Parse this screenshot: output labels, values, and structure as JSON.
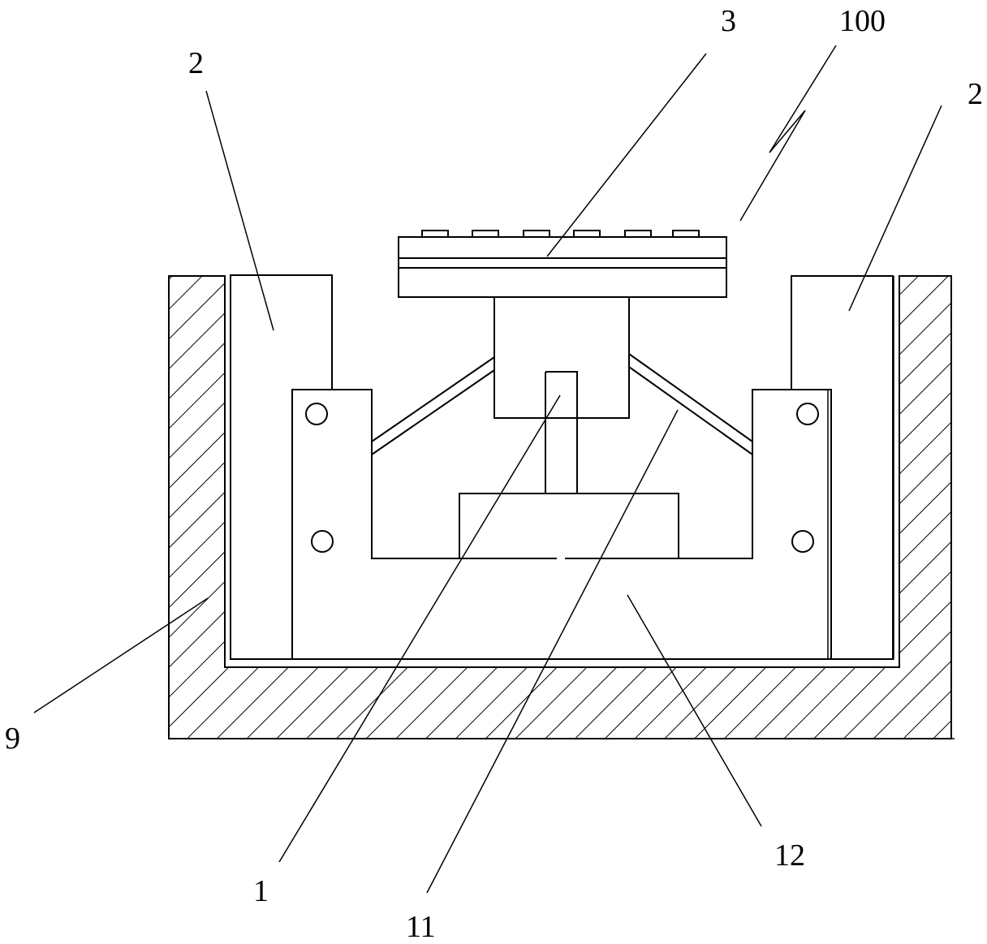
{
  "labels": {
    "part_3": "3",
    "part_100": "100",
    "part_2_left": "2",
    "part_2_right": "2",
    "part_9": "9",
    "part_1": "1",
    "part_11": "11",
    "part_12": "12"
  }
}
